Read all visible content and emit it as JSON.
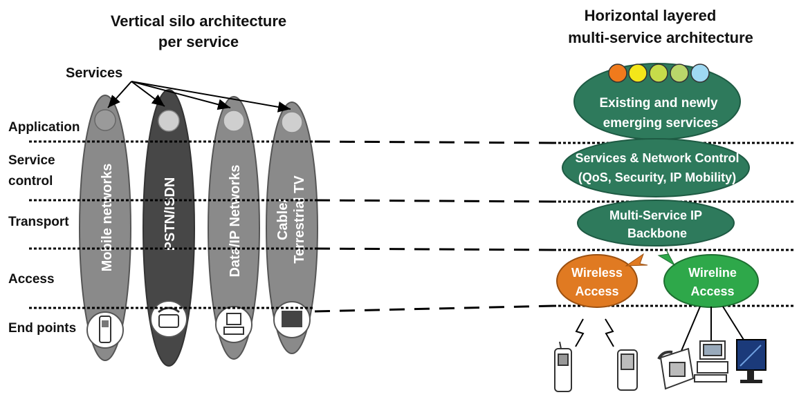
{
  "left_title": {
    "line1": "Vertical silo architecture",
    "line2": "per service"
  },
  "right_title": {
    "line1": "Horizontal layered",
    "line2": "multi-service architecture"
  },
  "services_label": "Services",
  "layers": {
    "application": "Application",
    "service_control_line1": "Service",
    "service_control_line2": "control",
    "transport": "Transport",
    "access": "Access",
    "end_points": "End points"
  },
  "silos": [
    {
      "label": "Mobile networks"
    },
    {
      "label": "PSTN/ISDN"
    },
    {
      "label": "Data/IP Networks"
    },
    {
      "label_line1": "Cable/",
      "label_line2": "Terrestrial TV"
    }
  ],
  "right_stack": {
    "services": {
      "line1": "Existing and newly",
      "line2": "emerging services"
    },
    "control": {
      "line1": "Services & Network Control",
      "line2": "(QoS, Security, IP Mobility)"
    },
    "backbone": {
      "line1": "Multi-Service IP",
      "line2": "Backbone"
    },
    "wireless": {
      "line1": "Wireless",
      "line2": "Access"
    },
    "wireline": {
      "line1": "Wireline",
      "line2": "Access"
    }
  },
  "colors": {
    "green": "#2e7a5c",
    "orange": "#e07a22",
    "silo_light": "#8a8a8a",
    "silo_dark": "#4a4a4a",
    "service_dots": [
      "#f07a1c",
      "#f3e61a",
      "#c6dc4a",
      "#b9d66a",
      "#9fd8f2"
    ]
  },
  "icons": [
    "mobile-phone-icon",
    "telephone-icon",
    "computer-icon",
    "tv-icon",
    "pda-icon",
    "desk-phone-icon",
    "desktop-pc-icon",
    "flat-screen-tv-icon"
  ]
}
